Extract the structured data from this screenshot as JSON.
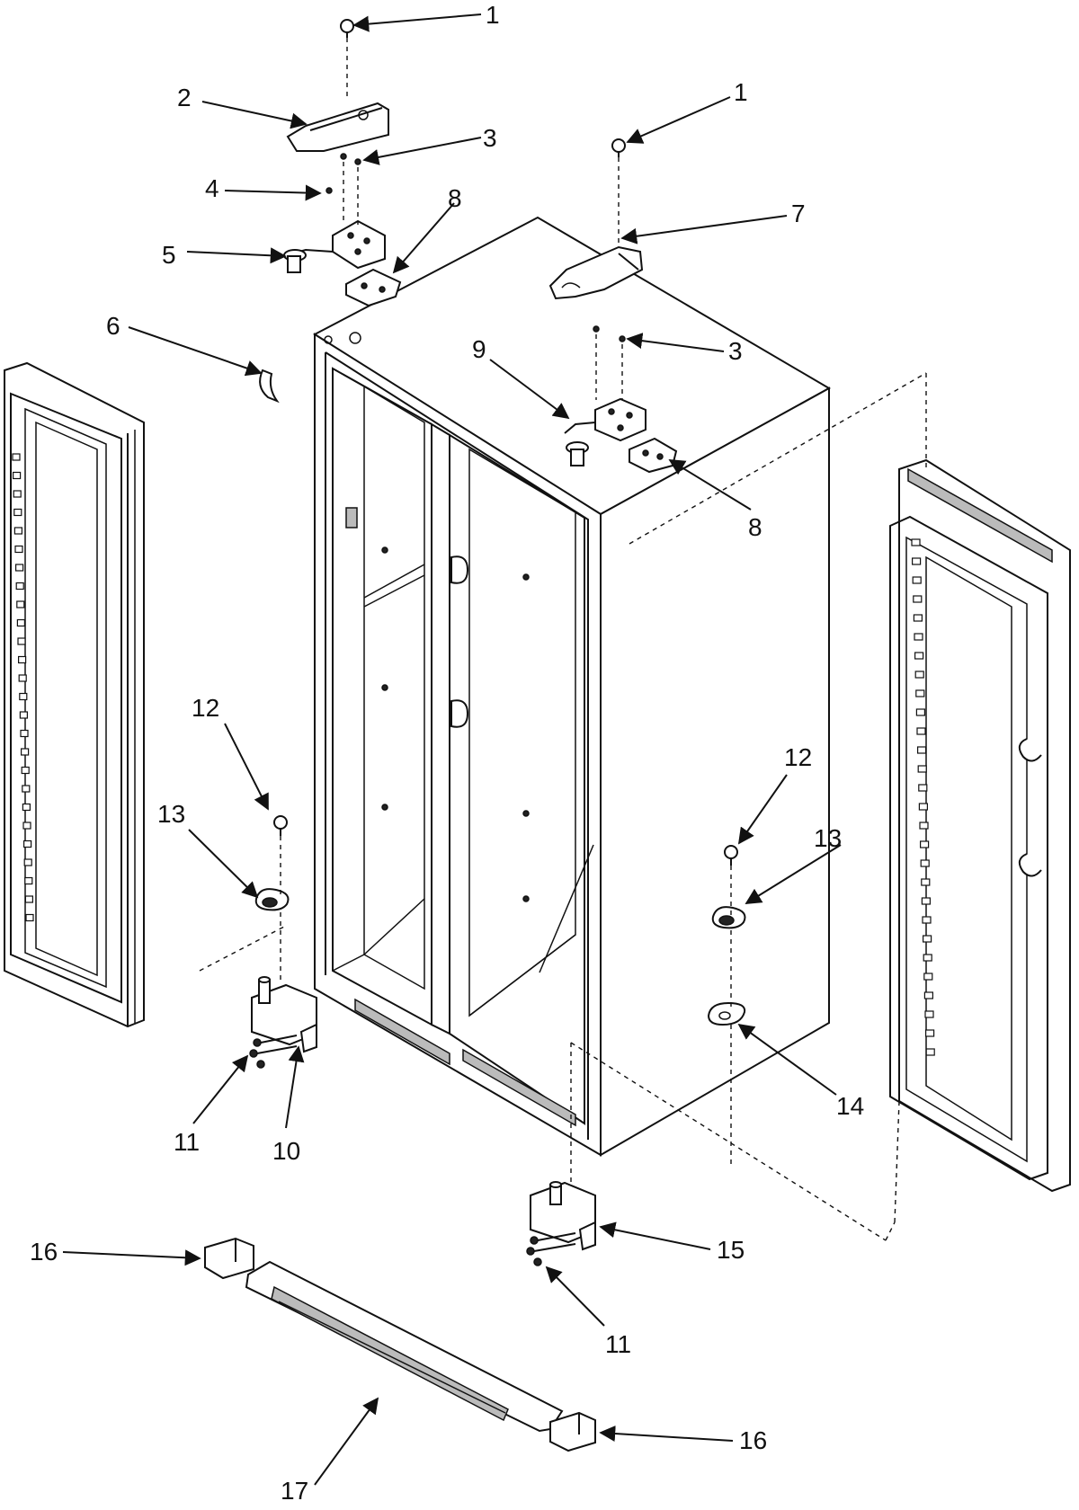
{
  "callouts": [
    {
      "id": "c1a",
      "label": "1"
    },
    {
      "id": "c1b",
      "label": "1"
    },
    {
      "id": "c2",
      "label": "2"
    },
    {
      "id": "c3a",
      "label": "3"
    },
    {
      "id": "c3b",
      "label": "3"
    },
    {
      "id": "c4",
      "label": "4"
    },
    {
      "id": "c5",
      "label": "5"
    },
    {
      "id": "c6",
      "label": "6"
    },
    {
      "id": "c7",
      "label": "7"
    },
    {
      "id": "c8a",
      "label": "8"
    },
    {
      "id": "c8b",
      "label": "8"
    },
    {
      "id": "c9",
      "label": "9"
    },
    {
      "id": "c10",
      "label": "10"
    },
    {
      "id": "c11a",
      "label": "11"
    },
    {
      "id": "c11b",
      "label": "11"
    },
    {
      "id": "c12a",
      "label": "12"
    },
    {
      "id": "c12b",
      "label": "12"
    },
    {
      "id": "c13a",
      "label": "13"
    },
    {
      "id": "c13b",
      "label": "13"
    },
    {
      "id": "c14",
      "label": "14"
    },
    {
      "id": "c15",
      "label": "15"
    },
    {
      "id": "c16a",
      "label": "16"
    },
    {
      "id": "c16b",
      "label": "16"
    },
    {
      "id": "c17",
      "label": "17"
    }
  ],
  "colors": {
    "line": "#111111",
    "background": "#ffffff"
  }
}
